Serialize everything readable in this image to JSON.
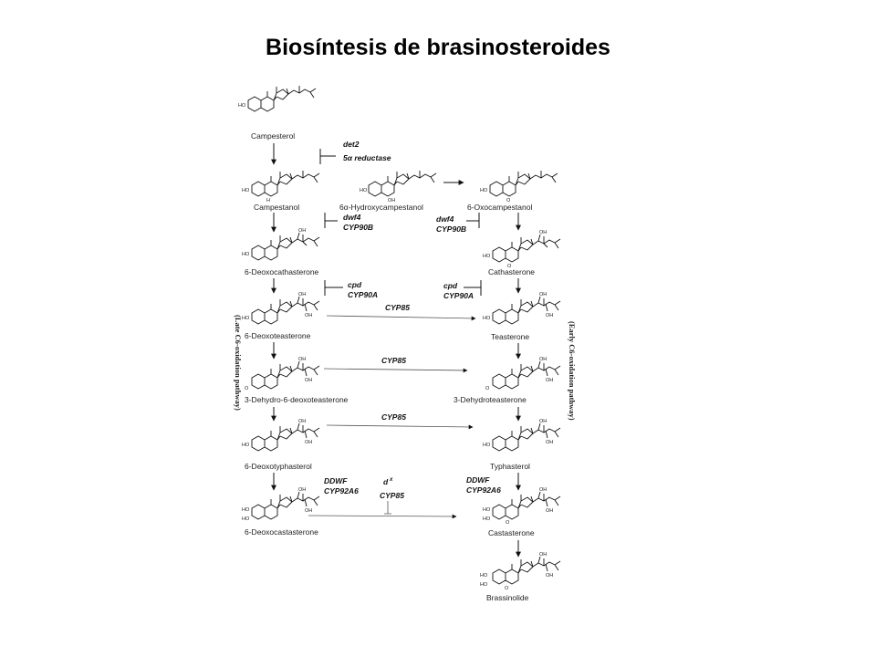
{
  "title": "Biosíntesis de brasinosteroides",
  "side_labels": {
    "late": "(Late C6-oxidation pathway)",
    "early": "(Early C6-oxidation pathway)"
  },
  "compounds": {
    "campesterol": "Campesterol",
    "campestanol": "Campestanol",
    "hydroxycampestanol": "6α-Hydroxycampestanol",
    "oxocampestanol": "6-Oxocampestanol",
    "deoxocathasterone": "6-Deoxocathasterone",
    "cathasterone": "Cathasterone",
    "deoxoteasterone": "6-Deoxoteasterone",
    "teasterone": "Teasterone",
    "dehydro_deoxoteasterone": "3-Dehydro-6-deoxoteasterone",
    "dehydroteasterone": "3-Dehydroteasterone",
    "deoxotyphasterol": "6-Deoxotyphasterol",
    "typhasterol": "Typhasterol",
    "deoxocastasterone": "6-Deoxocastasterone",
    "castasterone": "Castasterone",
    "brassinolide": "Brassinolide"
  },
  "enzymes": {
    "det2": "det2",
    "reductase": "5α reductase",
    "dwf4_left": "dwf4",
    "cyp90b_left": "CYP90B",
    "dwf4_right": "dwf4",
    "cyp90b_right": "CYP90B",
    "cpd_left": "cpd",
    "cyp90a_left": "CYP90A",
    "cpd_right": "cpd",
    "cyp90a_right": "CYP90A",
    "cyp85_1": "CYP85",
    "cyp85_2": "CYP85",
    "cyp85_3": "CYP85",
    "ddwf_left": "DDWF",
    "cyp92a6_left": "CYP92A6",
    "dx": "d",
    "dx_sup": "x",
    "cyp85_4": "CYP85",
    "ddwf_right": "DDWF",
    "cyp92a6_right": "CYP92A6"
  },
  "atoms": {
    "ho": "HO",
    "oh": "OH",
    "o": "O",
    "h": "H"
  }
}
